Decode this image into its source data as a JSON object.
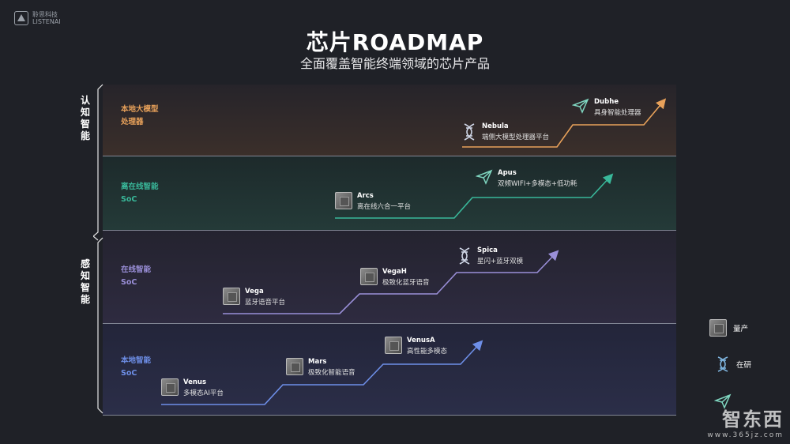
{
  "logo": {
    "name": "聆思科技",
    "en": "LISTENAI"
  },
  "title": "芯片ROADMAP",
  "subtitle": "全面覆盖智能终端领域的芯片产品",
  "groups": [
    {
      "label": "认知智能"
    },
    {
      "label": "感知智能"
    }
  ],
  "bands": [
    {
      "line1": "本地大模型",
      "line2": "处理器",
      "color": "#e8a15a"
    },
    {
      "line1": "离在线智能",
      "line2": "SoC",
      "color": "#39b89a"
    },
    {
      "line1": "在线智能",
      "line2": "SoC",
      "color": "#9a8fd8"
    },
    {
      "line1": "本地智能",
      "line2": "SoC",
      "color": "#6e8fe8"
    }
  ],
  "products": [
    {
      "name": "Nebula",
      "desc": "端侧大模型处理器平台",
      "icon": "dna-icon",
      "status": "research"
    },
    {
      "name": "Dubhe",
      "desc": "具身智能处理器",
      "icon": "paper-plane-icon",
      "status": "planned"
    },
    {
      "name": "Arcs",
      "desc": "离在线六合一平台",
      "icon": "chip-icon",
      "status": "production"
    },
    {
      "name": "Apus",
      "desc": "双频WIFI+多模态+低功耗",
      "icon": "paper-plane-icon",
      "status": "planned"
    },
    {
      "name": "Vega",
      "desc": "蓝牙语音平台",
      "icon": "chip-icon",
      "status": "production"
    },
    {
      "name": "VegaH",
      "desc": "极致化蓝牙语音",
      "icon": "chip-icon",
      "status": "production"
    },
    {
      "name": "Spica",
      "desc": "星闪+蓝牙双模",
      "icon": "dna-icon",
      "status": "research"
    },
    {
      "name": "Venus",
      "desc": "多模态AI平台",
      "icon": "chip-icon",
      "status": "production"
    },
    {
      "name": "Mars",
      "desc": "极致化智能语音",
      "icon": "chip-icon",
      "status": "production"
    },
    {
      "name": "VenusA",
      "desc": "高性能多模态",
      "icon": "chip-icon",
      "status": "production"
    }
  ],
  "legend": [
    {
      "icon": "chip-icon",
      "label": "量产"
    },
    {
      "icon": "dna-icon",
      "label": "在研"
    },
    {
      "icon": "paper-plane-icon",
      "label": ""
    }
  ],
  "watermark": {
    "big": "智东西",
    "small": "www.365jz.com"
  }
}
